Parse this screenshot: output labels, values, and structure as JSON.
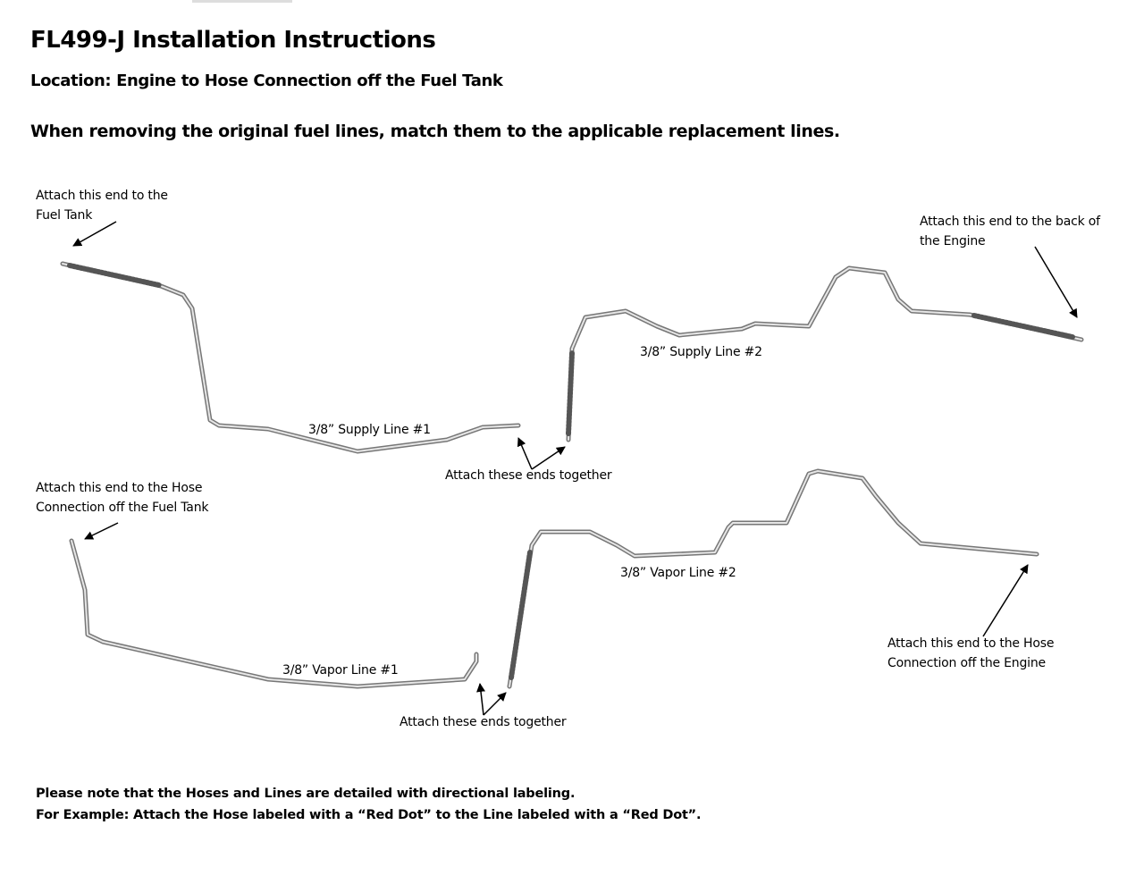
{
  "title": "FL499-J Installation Instructions",
  "location": "Location: Engine to Hose Connection off the Fuel Tank",
  "instruction": "When removing the original fuel lines, match them to the applicable replacement lines.",
  "callouts": {
    "fuel_tank": [
      "Attach this end to the",
      "Fuel Tank"
    ],
    "engine_back": [
      "Attach this end to the back of",
      "the Engine"
    ],
    "together_1": "Attach these ends together",
    "hose_fuel_tank": [
      "Attach this end to the Hose",
      "Connection off the Fuel Tank"
    ],
    "together_2": "Attach these ends together",
    "hose_engine": [
      "Attach this end to the Hose",
      "Connection off the Engine"
    ]
  },
  "lines": {
    "supply_1": "3/8” Supply Line #1",
    "supply_2": "3/8” Supply Line #2",
    "vapor_1": "3/8” Vapor Line #1",
    "vapor_2": "3/8” Vapor Line #2"
  },
  "notes": [
    "Please note that the Hoses and Lines are detailed with directional labeling.",
    "For Example: Attach the Hose labeled with a “Red Dot” to the Line labeled with a “Red Dot”."
  ]
}
